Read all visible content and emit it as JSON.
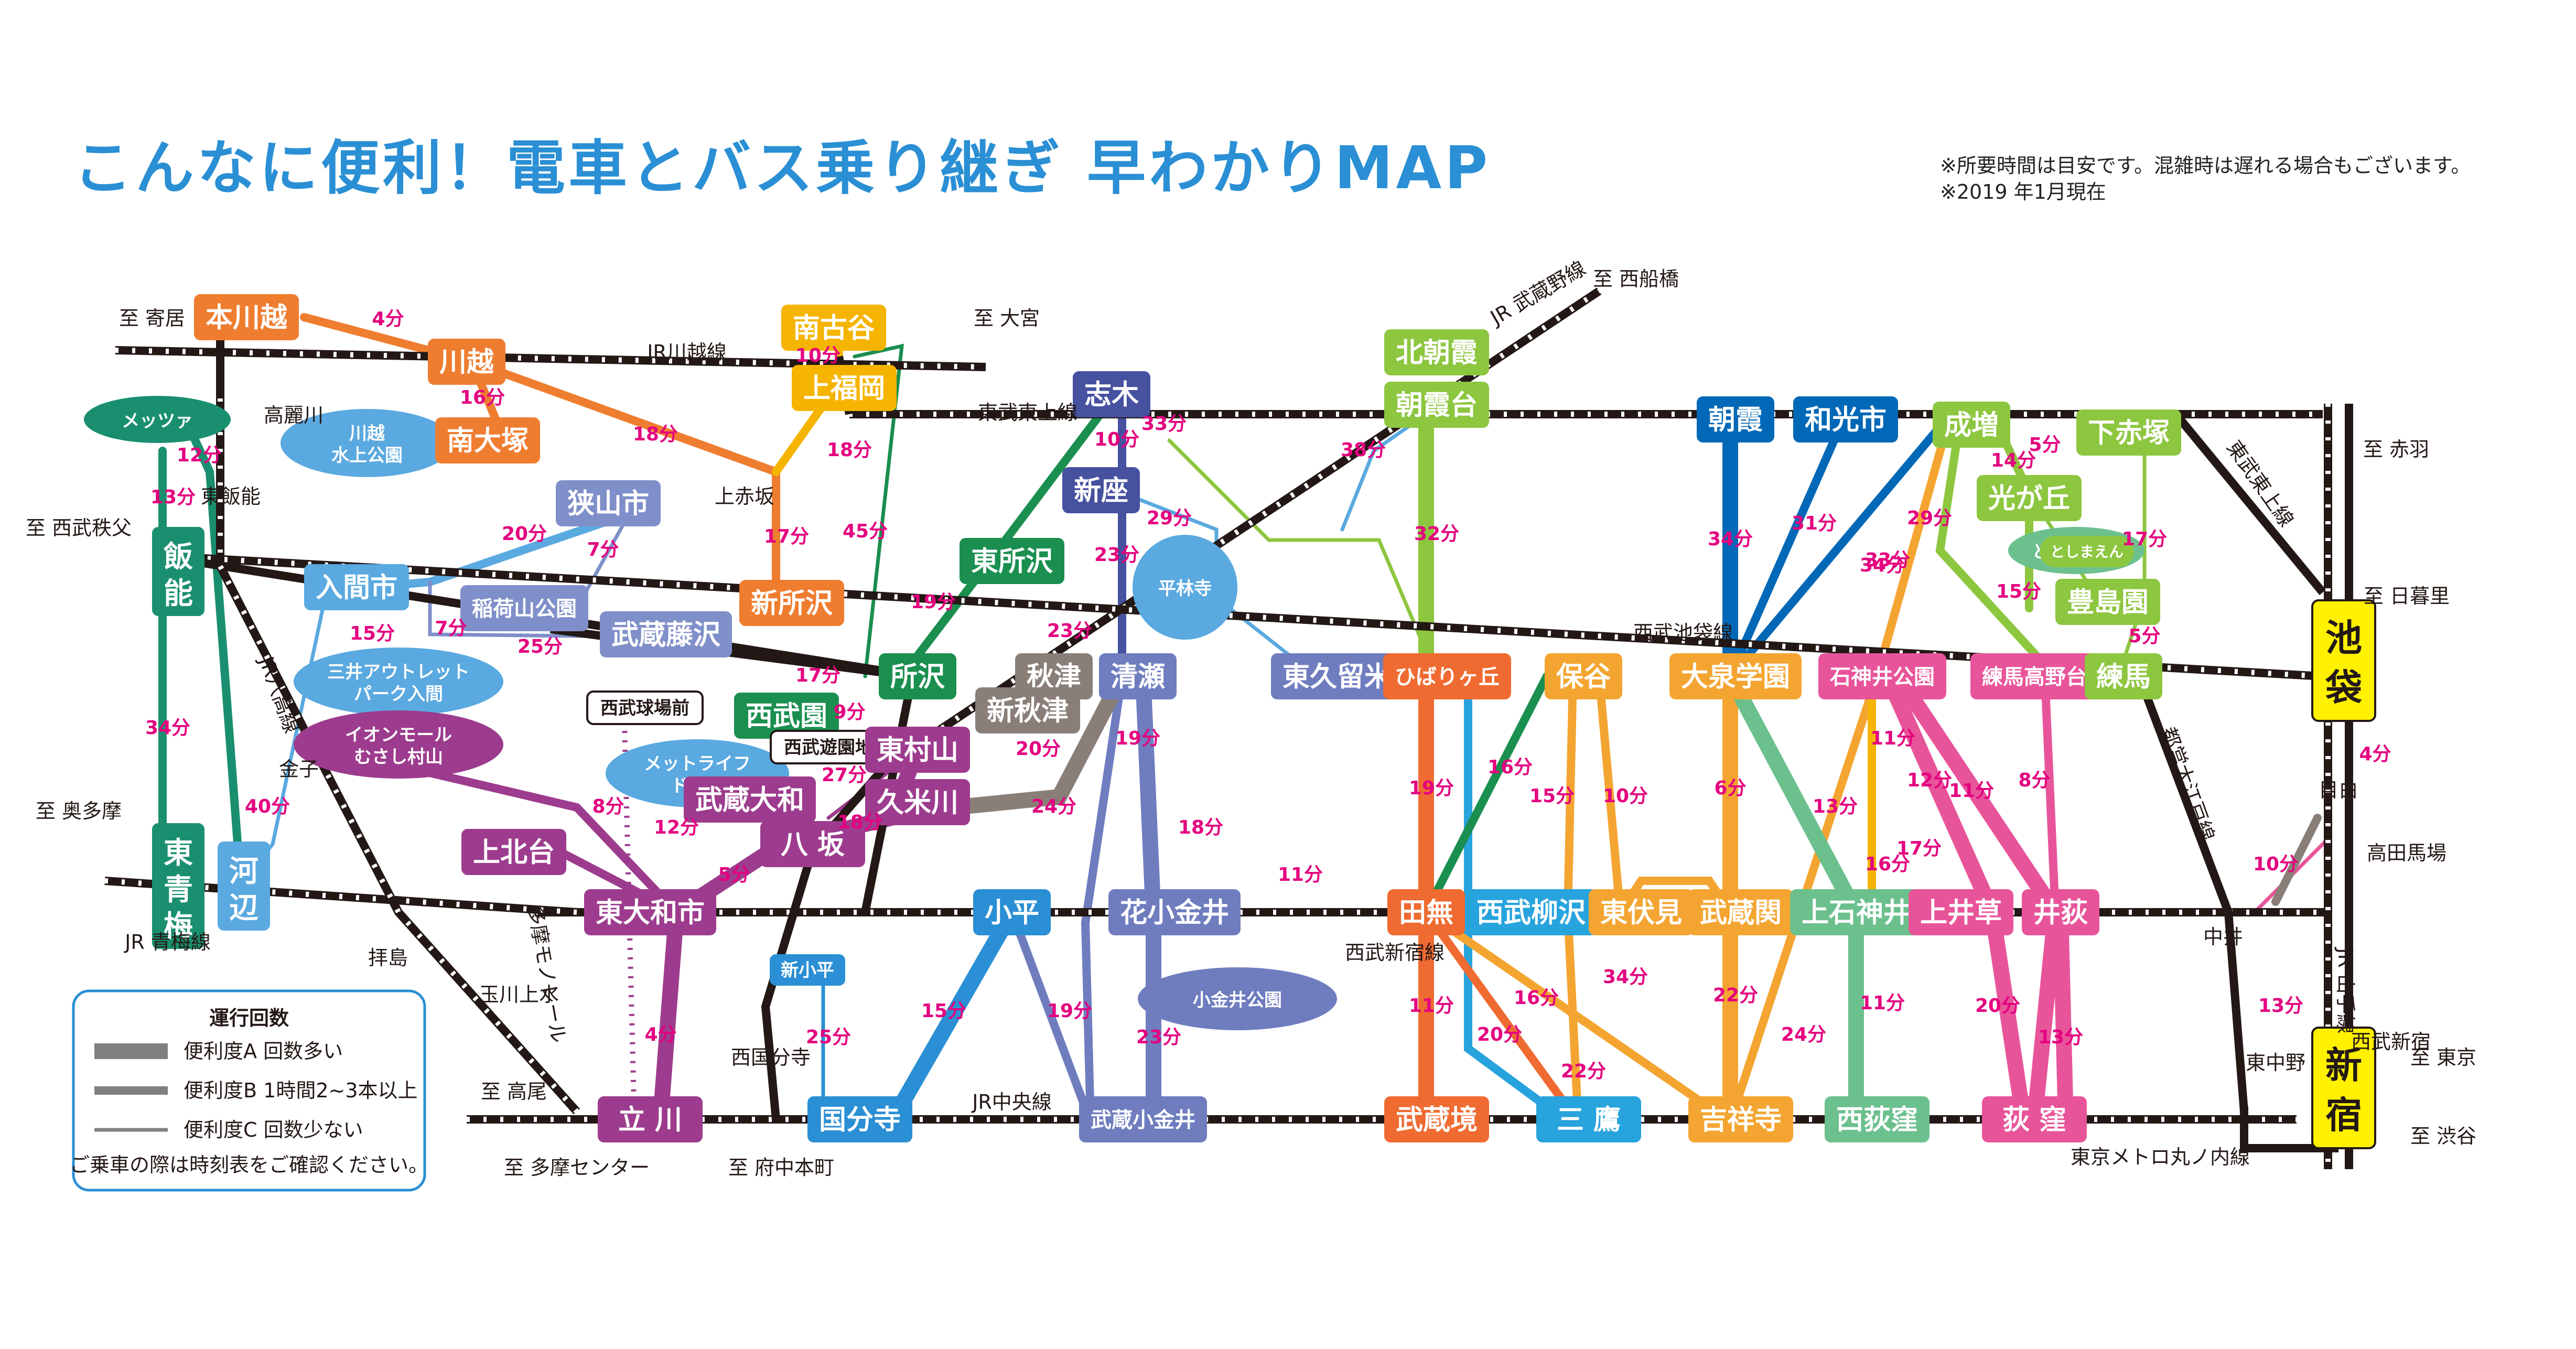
{
  "title": "こんなに便利！電車とバス乗り継ぎ 早わかりMAP",
  "notes": [
    "※所要時間は目安です。混雑時は遅れる場合もございます。",
    "※2019 年1月現在"
  ],
  "legend": {
    "title": "運行回数",
    "items": [
      "便利度A 回数多い",
      "便利度B 1時間2~3本以上",
      "便利度C 回数少ない"
    ],
    "footer": "ご乗車の際は時刻表をご確認ください。"
  },
  "colors": {
    "train_line": "#231815",
    "title": "#2a8fd4",
    "time_label": "#e4007f",
    "yellow_station": "#fff100"
  },
  "stations": [
    {
      "id": "honkawagoe",
      "label": "本川越",
      "color": "#ef7d2f"
    },
    {
      "id": "kawagoe",
      "label": "川越",
      "color": "#ef7d2f"
    },
    {
      "id": "minamiotsuka",
      "label": "南大塚",
      "color": "#ef7d2f"
    },
    {
      "id": "shintokorozawa",
      "label": "新所沢",
      "color": "#ef7d2f"
    },
    {
      "id": "minamifuruya",
      "label": "南古谷",
      "color": "#f5b400"
    },
    {
      "id": "kamifukuoka",
      "label": "上福岡",
      "color": "#f5b400"
    },
    {
      "id": "shiki",
      "label": "志木",
      "color": "#4651a0"
    },
    {
      "id": "niiza",
      "label": "新座",
      "color": "#4651a0"
    },
    {
      "id": "kitaasaka",
      "label": "北朝霞",
      "color": "#8dc63f"
    },
    {
      "id": "asakadai",
      "label": "朝霞台",
      "color": "#8dc63f"
    },
    {
      "id": "asaka",
      "label": "朝霞",
      "color": "#0068b7"
    },
    {
      "id": "wakoshi",
      "label": "和光市",
      "color": "#0068b7"
    },
    {
      "id": "narimasu",
      "label": "成増",
      "color": "#8dc63f"
    },
    {
      "id": "shimoakatsuka",
      "label": "下赤塚",
      "color": "#8dc63f"
    },
    {
      "id": "hikarigaoka",
      "label": "光が丘",
      "color": "#8dc63f"
    },
    {
      "id": "toshimaen",
      "label": "としまえん",
      "color": "#8dc63f"
    },
    {
      "id": "toshimaen2",
      "label": "豊島園",
      "color": "#8dc63f"
    },
    {
      "id": "ikebukuro",
      "label": "池袋",
      "color": "#fff100"
    },
    {
      "id": "shinjuku",
      "label": "新宿",
      "color": "#fff100"
    },
    {
      "id": "hanno",
      "label": "飯能",
      "color": "#1a8f6f"
    },
    {
      "id": "higashiome",
      "label": "東青梅",
      "color": "#1a8f6f"
    },
    {
      "id": "kawabe",
      "label": "河辺",
      "color": "#5aa9e0"
    },
    {
      "id": "irumashi",
      "label": "入間市",
      "color": "#5aa9e0"
    },
    {
      "id": "sayamashi",
      "label": "狭山市",
      "color": "#7f8fc9"
    },
    {
      "id": "inariyama",
      "label": "稲荷山公園",
      "color": "#7f8fc9"
    },
    {
      "id": "musashifujisawa",
      "label": "武蔵藤沢",
      "color": "#7f8fc9"
    },
    {
      "id": "higashitokorozawa",
      "label": "東所沢",
      "color": "#1a8f4f"
    },
    {
      "id": "tokorozawa",
      "label": "所沢",
      "color": "#1a8f4f"
    },
    {
      "id": "seibuen",
      "label": "西武園",
      "color": "#1a8f4f"
    },
    {
      "id": "seibuyuen",
      "label": "西武遊園地",
      "color": "#ffffff"
    },
    {
      "id": "seibukyujo",
      "label": "西武球場前",
      "color": "#ffffff"
    },
    {
      "id": "higashimurayama",
      "label": "東村山",
      "color": "#9d3c8e"
    },
    {
      "id": "musashiyamato",
      "label": "武蔵大和",
      "color": "#9d3c8e"
    },
    {
      "id": "kumegawa",
      "label": "久米川",
      "color": "#9d3c8e"
    },
    {
      "id": "hassaka",
      "label": "八 坂",
      "color": "#9d3c8e"
    },
    {
      "id": "kamikitadai",
      "label": "上北台",
      "color": "#9d3c8e"
    },
    {
      "id": "higashiyamato",
      "label": "東大和市",
      "color": "#9d3c8e"
    },
    {
      "id": "tachikawa",
      "label": "立 川",
      "color": "#9d3c8e"
    },
    {
      "id": "akitsu",
      "label": "秋津",
      "color": "#8a7f78"
    },
    {
      "id": "shinakitsu",
      "label": "新秋津",
      "color": "#8a7f78"
    },
    {
      "id": "kiyose",
      "label": "清瀬",
      "color": "#6f7dbf"
    },
    {
      "id": "higashikurume",
      "label": "東久留米",
      "color": "#6f7dbf"
    },
    {
      "id": "hibarigaoka",
      "label": "ひばりヶ丘",
      "color": "#ef6b31"
    },
    {
      "id": "hoya",
      "label": "保谷",
      "color": "#f4a531"
    },
    {
      "id": "oizumigakuen",
      "label": "大泉学園",
      "color": "#f4a531"
    },
    {
      "id": "shakujii",
      "label": "石神井公園",
      "color": "#e8549a"
    },
    {
      "id": "nerimatakanodai",
      "label": "練馬高野台",
      "color": "#e8549a"
    },
    {
      "id": "nerima",
      "label": "練馬",
      "color": "#8dc63f"
    },
    {
      "id": "kodaira",
      "label": "小平",
      "color": "#2a8fd4"
    },
    {
      "id": "hanakoganei",
      "label": "花小金井",
      "color": "#6f7dbf"
    },
    {
      "id": "tanashi",
      "label": "田無",
      "color": "#ef6b31"
    },
    {
      "id": "seibuyagisawa",
      "label": "西武柳沢",
      "color": "#27a3dd"
    },
    {
      "id": "higashifushimi",
      "label": "東伏見",
      "color": "#f4a531"
    },
    {
      "id": "musashiseki",
      "label": "武蔵関",
      "color": "#f4a531"
    },
    {
      "id": "kamishakujii",
      "label": "上石神井",
      "color": "#6cc08e"
    },
    {
      "id": "kamiigusa",
      "label": "上井草",
      "color": "#e8549a"
    },
    {
      "id": "iogi",
      "label": "井荻",
      "color": "#e8549a"
    },
    {
      "id": "shinkodaira",
      "label": "新小平",
      "color": "#2a8fd4"
    },
    {
      "id": "kokubunji",
      "label": "国分寺",
      "color": "#2a8fd4"
    },
    {
      "id": "musashikoganei",
      "label": "武蔵小金井",
      "color": "#6f7dbf"
    },
    {
      "id": "musashisakai",
      "label": "武蔵境",
      "color": "#ef6b31"
    },
    {
      "id": "mitaka",
      "label": "三 鷹",
      "color": "#27a3dd"
    },
    {
      "id": "kichijoji",
      "label": "吉祥寺",
      "color": "#f4a531"
    },
    {
      "id": "nishiogikubo",
      "label": "西荻窪",
      "color": "#6cc08e"
    },
    {
      "id": "ogikubo",
      "label": "荻 窪",
      "color": "#e8549a"
    }
  ],
  "bubbles": [
    {
      "label": "メッツァ",
      "color": "#1a8f6f"
    },
    {
      "label": "川越\n水上公園",
      "color": "#5aa9e0"
    },
    {
      "label": "三井アウトレット\nパーク入間",
      "color": "#5aa9e0"
    },
    {
      "label": "イオンモール\nむさし村山",
      "color": "#9d3c8e"
    },
    {
      "label": "メットライフ\nドーム",
      "color": "#5aa9e0"
    },
    {
      "label": "平林寺",
      "color": "#5aa9e0"
    },
    {
      "label": "小金井公園",
      "color": "#6f7dbf"
    },
    {
      "label": "としまえん",
      "color": "#6cc08e"
    }
  ],
  "line_labels": [
    "JR川越線",
    "東武東上線",
    "JR 武蔵野線",
    "西武池袋線",
    "西武新宿線",
    "JR中央線",
    "JR 青梅線",
    "JR八高線",
    "多摩モノレール",
    "東京メトロ丸ノ内線",
    "JR 山手線",
    "都営大江戸線",
    "東武東上線"
  ],
  "text_labels": [
    "至 寄居",
    "至 大宮",
    "至 西船橋",
    "至 赤羽",
    "至 日暮里",
    "至 西武秩父",
    "至 奥多摩",
    "至 高尾",
    "至 多摩センター",
    "至 府中本町",
    "至 東京",
    "至 渋谷",
    "高麗川",
    "東飯能",
    "上赤坂",
    "金子",
    "拝島",
    "玉川上水",
    "西国分寺",
    "中井",
    "東中野",
    "高田馬場",
    "目白",
    "西武新宿"
  ],
  "times": [
    "4分",
    "16分",
    "18分",
    "10分",
    "18分",
    "17分",
    "45分",
    "10分",
    "33分",
    "23分",
    "29分",
    "38分",
    "32分",
    "34分",
    "31分",
    "34分",
    "29分",
    "33分",
    "15分",
    "14分",
    "17分",
    "5分",
    "5分",
    "12分",
    "13分",
    "34分",
    "40分",
    "20分",
    "7分",
    "15分",
    "25分",
    "19分",
    "17分",
    "23分",
    "20分",
    "24分",
    "19分",
    "18分",
    "11分",
    "19分",
    "16分",
    "15分",
    "10分",
    "6分",
    "13分",
    "11分",
    "16分",
    "12分",
    "11分",
    "8分",
    "17分",
    "8分",
    "12分",
    "27分",
    "18分",
    "5分",
    "4分",
    "15分",
    "19分",
    "23分",
    "25分",
    "11分",
    "20分",
    "16分",
    "34分",
    "22分",
    "22分",
    "24分",
    "11分",
    "20分",
    "13分",
    "13分",
    "10分",
    "4分",
    "9分",
    "7分"
  ]
}
